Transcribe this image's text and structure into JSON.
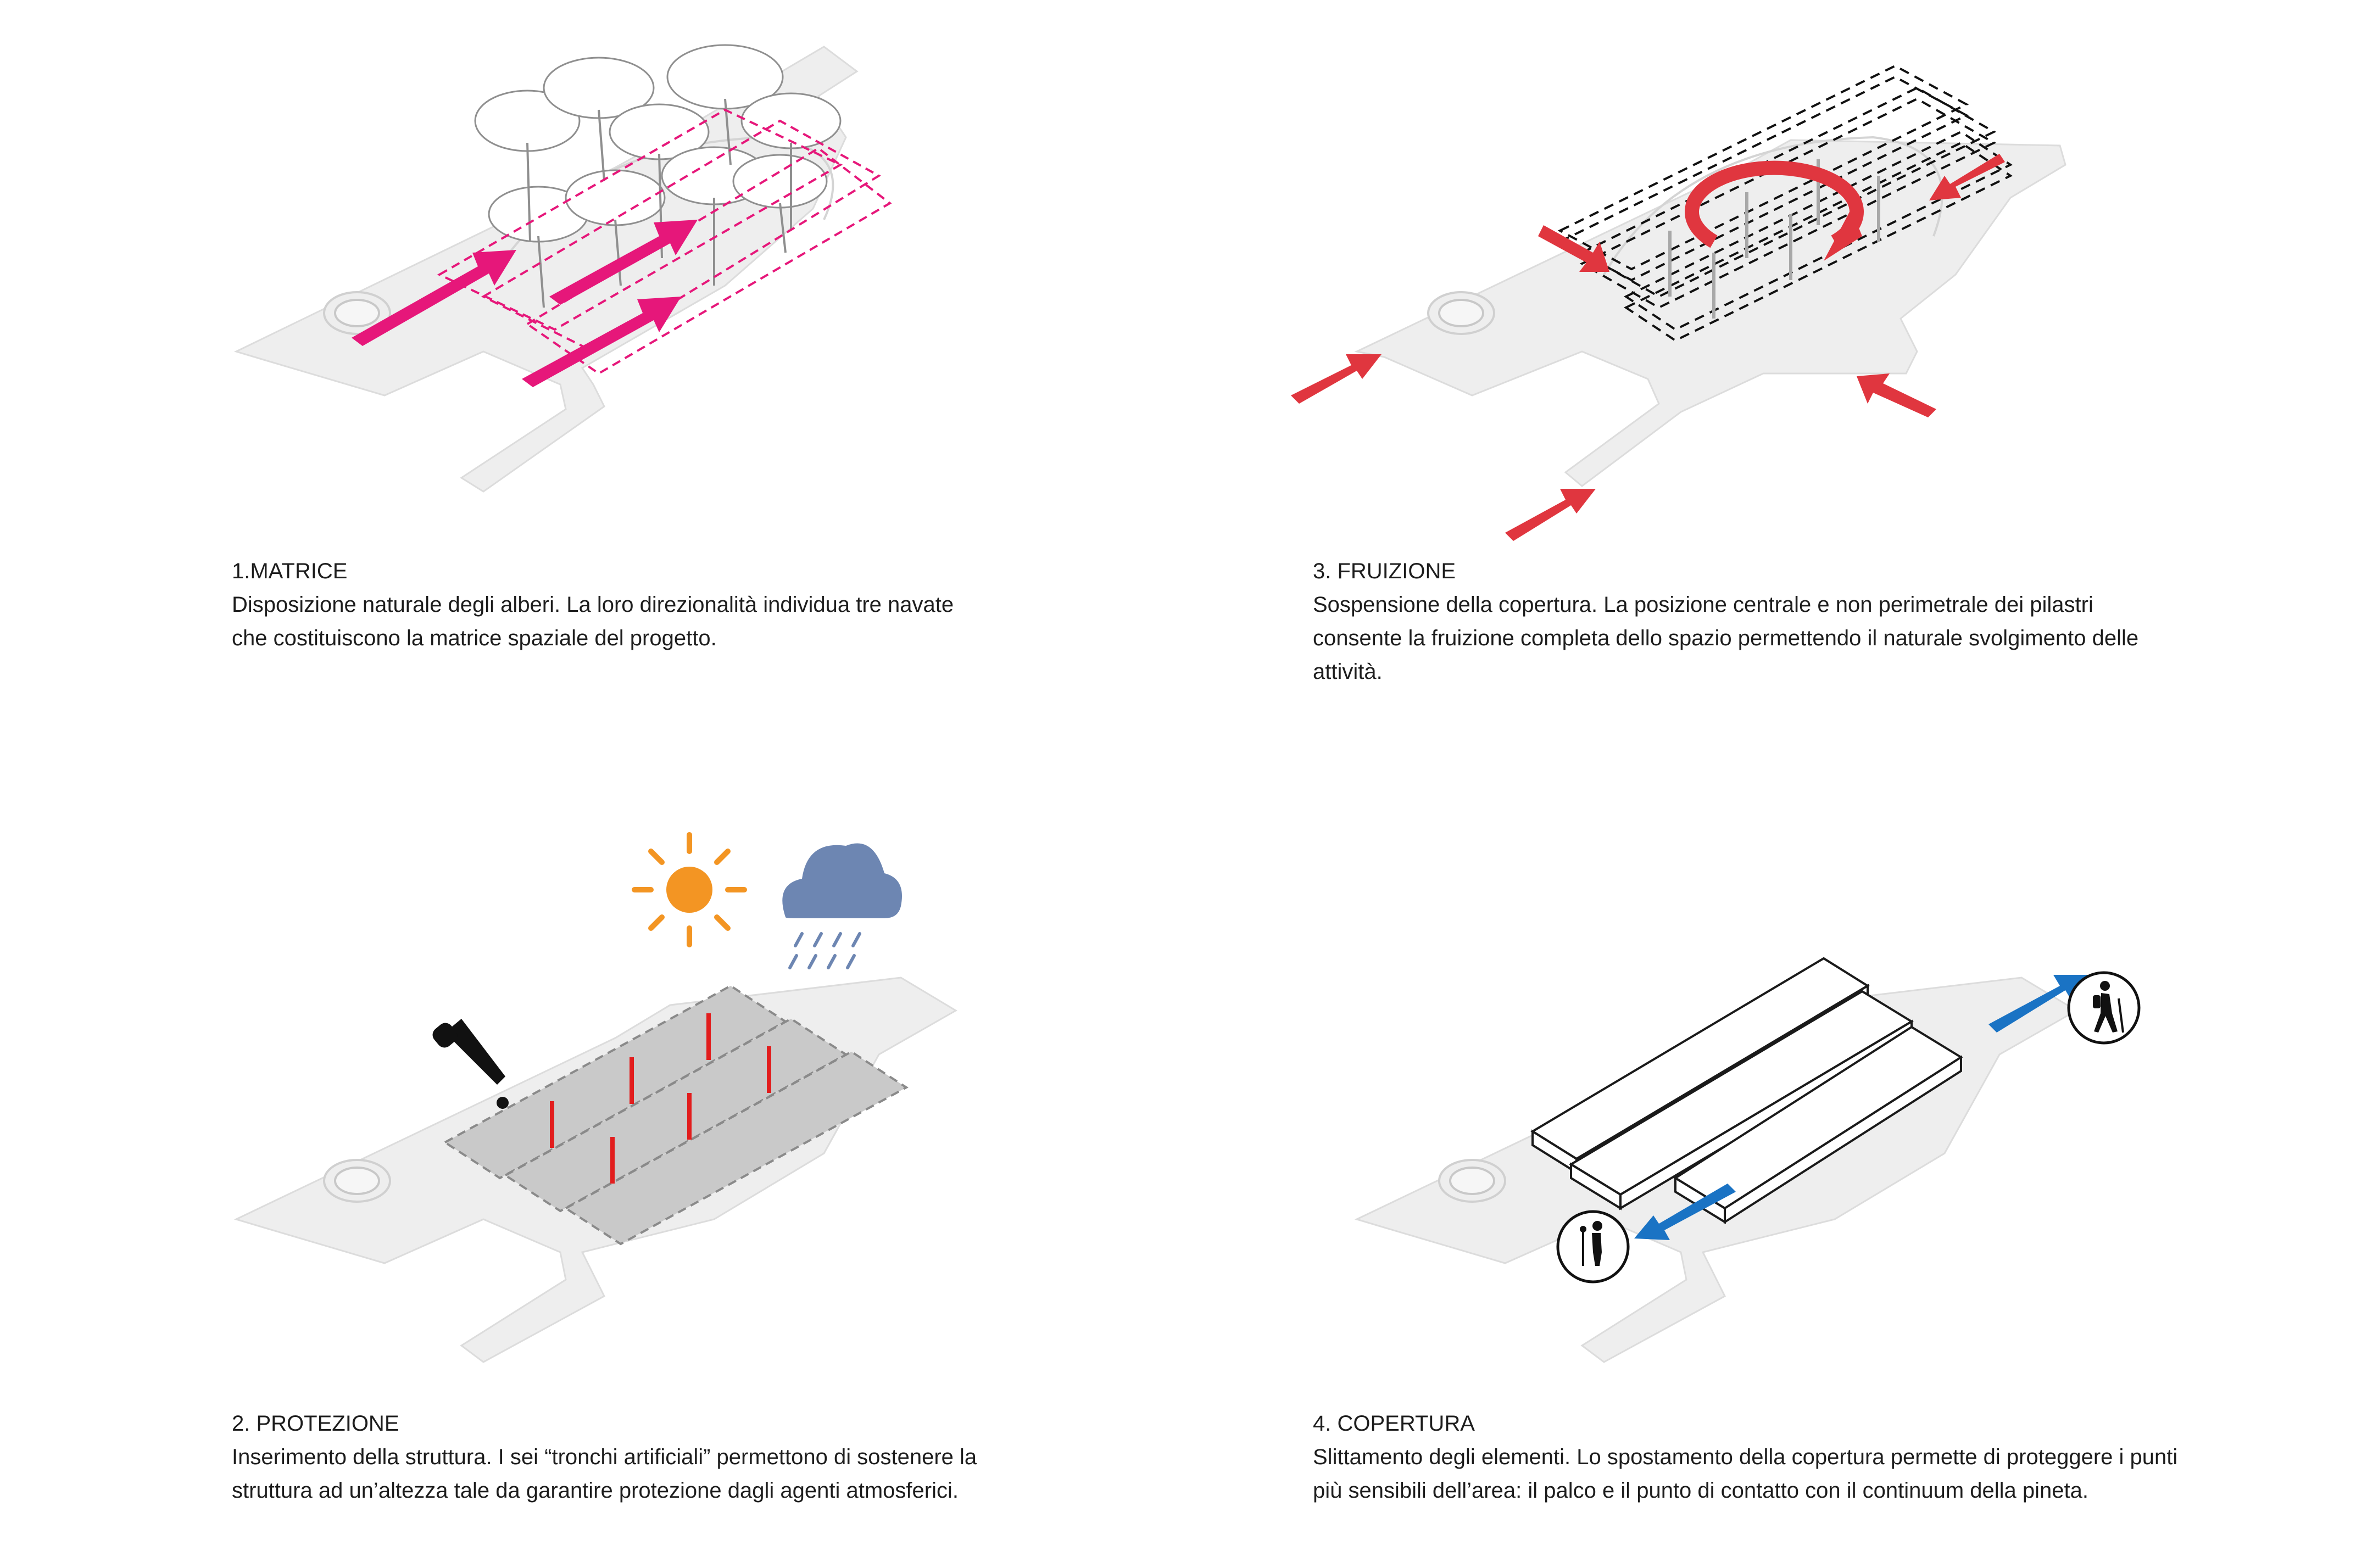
{
  "panels": [
    {
      "id": "matrice",
      "title": "1.MATRICE",
      "text": "Disposizione naturale degli alberi. La loro direzionalità individua tre navate che costituiscono la matrice spaziale del progetto.",
      "accent": "#e6177a"
    },
    {
      "id": "fruizione",
      "title": "3. FRUIZIONE",
      "text": "Sospensione della copertura. La posizione centrale e non perimetrale dei pilastri consente la fruizione completa dello spazio permettendo il naturale svolgimento delle attività.",
      "accent": "#e0363f"
    },
    {
      "id": "protezione",
      "title": "2. PROTEZIONE",
      "text": "Inserimento della struttura. I sei “tronchi artificiali” permettono di sostenere la struttura ad un’altezza tale da garantire protezione dagli agenti atmosferici.",
      "accent": "#e21d1d"
    },
    {
      "id": "copertura",
      "title": "4. COPERTURA",
      "text": "Slittamento degli elementi. Lo spostamento della copertura permette di proteggere i punti più sensibili dell’area: il palco e il punto di contatto con il continuum della pineta.",
      "accent": "#1a73c4"
    }
  ],
  "colors": {
    "ground": "#eeeeee",
    "ground_edge": "#d6d6d6",
    "sun": "#f39523",
    "cloud": "#6d86b2",
    "rain": "#6d86b2",
    "roof_fill": "#c9c9c9"
  },
  "icons": [
    "tree-icon",
    "sun-icon",
    "rain-cloud-icon",
    "dropper-icon",
    "singer-icon",
    "hiker-icon"
  ]
}
